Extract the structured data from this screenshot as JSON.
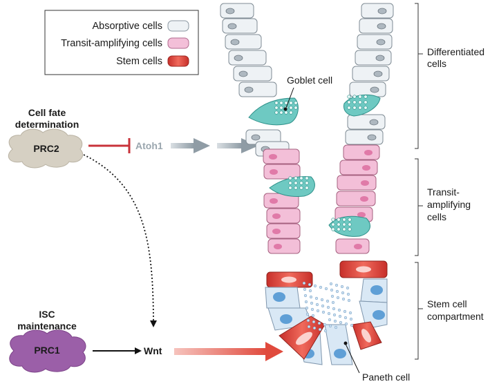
{
  "legend": {
    "items": [
      {
        "label": "Absorptive cells",
        "color": "#eef2f5"
      },
      {
        "label": "Transit-amplifying cells",
        "color": "#f3bfd8"
      },
      {
        "label": "Stem cells",
        "color": "#e0463d"
      }
    ]
  },
  "left": {
    "cell_fate_line1": "Cell fate",
    "cell_fate_line2": "determination",
    "prc2": "PRC2",
    "atoh1": "Atoh1",
    "isc_line1": "ISC",
    "isc_line2": "maintenance",
    "prc1": "PRC1",
    "wnt": "Wnt"
  },
  "crypt": {
    "goblet_cell": "Goblet cell",
    "paneth_cell": "Paneth cell"
  },
  "zones": {
    "differentiated_line1": "Differentiated",
    "differentiated_line2": "cells",
    "transit_line1": "Transit-",
    "transit_line2": "amplifying",
    "transit_line3": "cells",
    "stem_line1": "Stem cell",
    "stem_line2": "compartment"
  },
  "colors": {
    "absorptive": "#eef2f5",
    "absorptive_nucleus": "#aeb8c0",
    "transit": "#f3bfd8",
    "transit_nucleus": "#e07aa8",
    "stem": "#e0463d",
    "stem_nucleus": "#fbd3cf",
    "goblet": "#6ec9c2",
    "paneth": "#d9e8f5",
    "paneth_nucleus": "#5f9fd6",
    "prc2_cloud": "#d6d0c3",
    "prc1_cloud": "#9b5fa8",
    "inhibit": "#c8323a",
    "wnt_arrow": "#e25a4f",
    "atoh_arrow": "#9aa6ae"
  }
}
